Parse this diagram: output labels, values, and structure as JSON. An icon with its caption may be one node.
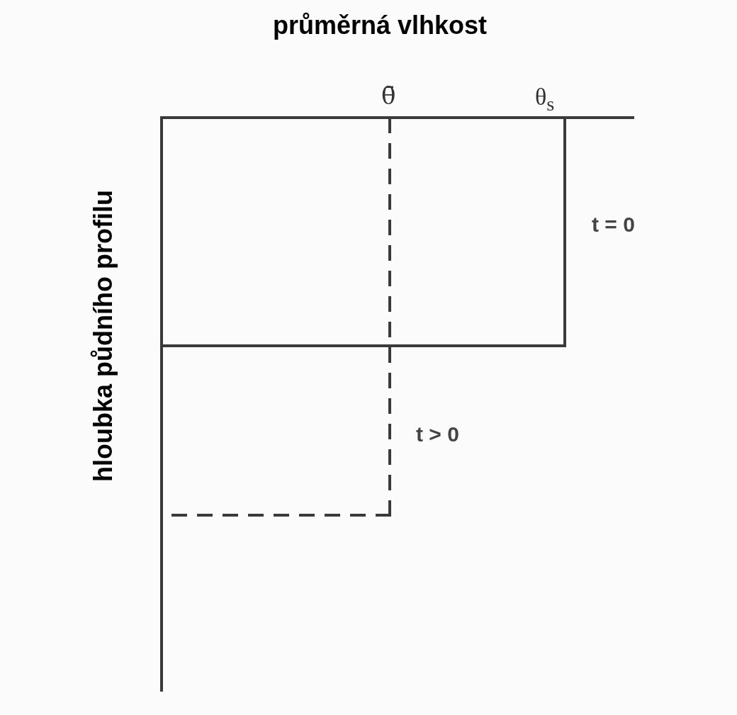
{
  "diagram": {
    "labels": [
      "průměrná vlhkost",
      "θ̄",
      "θ$_{s}$",
      "t = 0",
      "hloubka půdního profilu",
      "t > 0"
    ]
  }
}
